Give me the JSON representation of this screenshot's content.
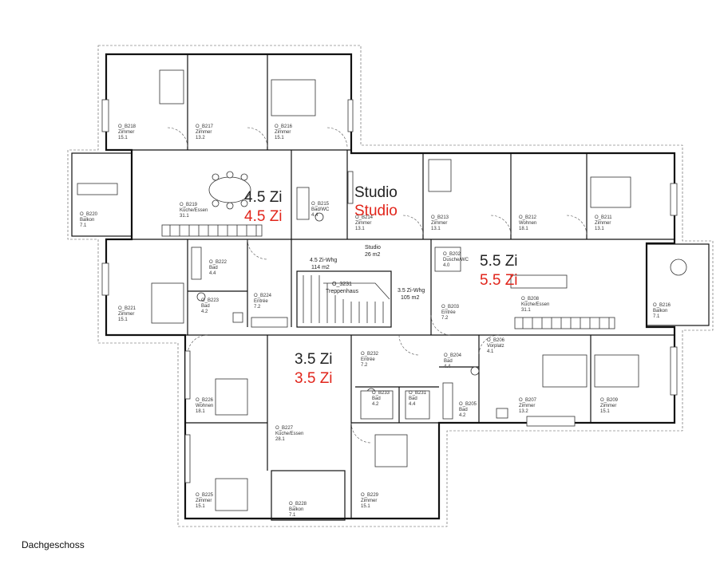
{
  "floor_title": "Dachgeschoss",
  "units": [
    {
      "id": "unit-45",
      "label": "4.5 Zi",
      "label_red": "4.5 Zi"
    },
    {
      "id": "unit-studio",
      "label": "Studio",
      "label_red": "Studio"
    },
    {
      "id": "unit-55",
      "label": "5.5 Zi",
      "label_red": "5.5 Zi"
    },
    {
      "id": "unit-35",
      "label": "3.5 Zi",
      "label_red": "3.5 Zi"
    }
  ],
  "small_labels": {
    "unit_45_area": "4.5 Zi-Whg",
    "unit_45_m2": "114 m2",
    "studio_area": "Studio",
    "studio_m2": "26 m2",
    "unit_35_area": "3.5 Zi-Whg",
    "unit_35_m2": "105 m2",
    "stair": "O_3231",
    "stair_name": "Treppenhaus"
  },
  "rooms": [
    {
      "code": "O_B218",
      "name": "Zimmer",
      "area": "15.1"
    },
    {
      "code": "O_B217",
      "name": "Zimmer",
      "area": "13.2"
    },
    {
      "code": "O_B216",
      "name": "Zimmer",
      "area": "15.1"
    },
    {
      "code": "O_B219",
      "name": "Küche/Essen",
      "area": "31.1"
    },
    {
      "code": "O_B215",
      "name": "Bad/WC",
      "area": "4.4"
    },
    {
      "code": "O_B214",
      "name": "Zimmer",
      "area": "13.1"
    },
    {
      "code": "O_B213",
      "name": "Zimmer",
      "area": "13.1"
    },
    {
      "code": "O_B212",
      "name": "Wohnen",
      "area": "18.1"
    },
    {
      "code": "O_B211",
      "name": "Zimmer",
      "area": "13.1"
    },
    {
      "code": "O_B220",
      "name": "Balkon",
      "area": "7.1"
    },
    {
      "code": "O_B221",
      "name": "Zimmer",
      "area": "15.1"
    },
    {
      "code": "O_B222",
      "name": "Bad",
      "area": "4.4"
    },
    {
      "code": "O_B223",
      "name": "Bad",
      "area": "4.2"
    },
    {
      "code": "O_B224",
      "name": "Entrée",
      "area": "7.2"
    },
    {
      "code": "O_B202",
      "name": "Dusche/WC",
      "area": "4.0"
    },
    {
      "code": "O_B203",
      "name": "Entrée",
      "area": "7.2"
    },
    {
      "code": "O_B208",
      "name": "Küche/Essen",
      "area": "31.1"
    },
    {
      "code": "O_B216",
      "name": "Balkon",
      "area": "7.1"
    },
    {
      "code": "O_B226",
      "name": "Wohnen",
      "area": "18.1"
    },
    {
      "code": "O_B232",
      "name": "Entrée",
      "area": "7.2"
    },
    {
      "code": "O_B204",
      "name": "Bad",
      "area": "4.4"
    },
    {
      "code": "O_B205",
      "name": "Bad",
      "area": "4.2"
    },
    {
      "code": "O_B206",
      "name": "Vorplatz",
      "area": "4.1"
    },
    {
      "code": "O_B207",
      "name": "Zimmer",
      "area": "13.2"
    },
    {
      "code": "O_B209",
      "name": "Zimmer",
      "area": "15.1"
    },
    {
      "code": "O_B233",
      "name": "Bad",
      "area": "4.2"
    },
    {
      "code": "O_B231",
      "name": "Bad",
      "area": "4.4"
    },
    {
      "code": "O_B227",
      "name": "Küche/Essen",
      "area": "28.1"
    },
    {
      "code": "O_B225",
      "name": "Zimmer",
      "area": "15.1"
    },
    {
      "code": "O_B228",
      "name": "Balkon",
      "area": "7.1"
    },
    {
      "code": "O_B229",
      "name": "Zimmer",
      "area": "15.1"
    }
  ]
}
